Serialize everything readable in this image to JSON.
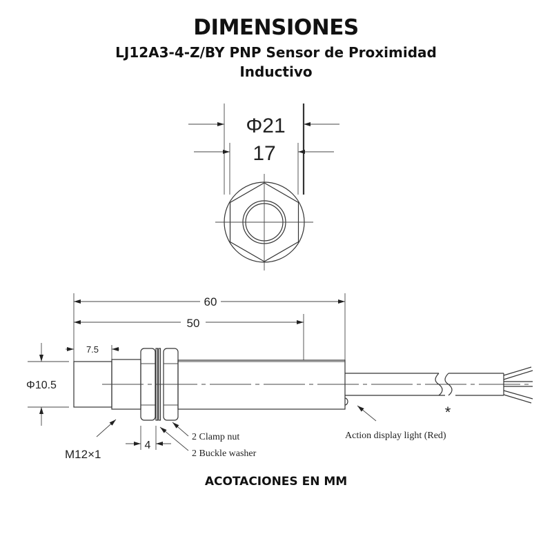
{
  "header": {
    "title": "DIMENSIONES",
    "subtitle_line1": "LJ12A3-4-Z/BY PNP Sensor de Proximidad",
    "subtitle_line2": "Inductivo"
  },
  "top_view": {
    "outer_diameter": "Φ21",
    "hex_width": "17"
  },
  "side_view": {
    "total_length": "60",
    "body_length": "50",
    "front_length": "7.5",
    "diameter": "Φ10.5",
    "thread": "M12×1",
    "nut_width": "4",
    "clamp_nut_label": "2 Clamp nut",
    "washer_label": "2 Buckle washer",
    "light_label": "Action display light (Red)",
    "cable_mark": "*"
  },
  "footer": "ACOTACIONES EN MM"
}
